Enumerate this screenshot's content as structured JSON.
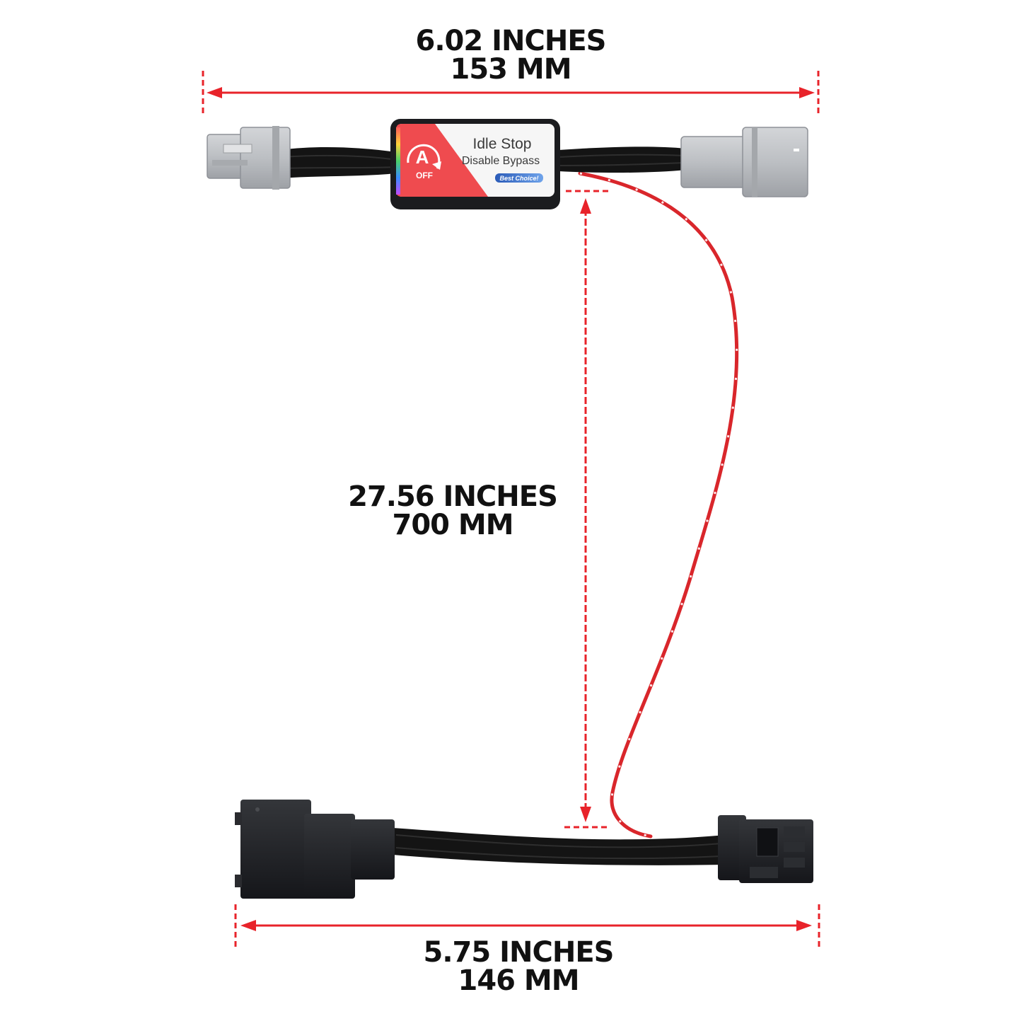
{
  "dimensions": {
    "top": {
      "inches": "6.02 INCHES",
      "mm": "153 MM"
    },
    "vertical": {
      "inches": "27.56 INCHES",
      "mm": "700 MM"
    },
    "bottom": {
      "inches": "5.75 INCHES",
      "mm": "146 MM"
    }
  },
  "module": {
    "title": "Idle Stop",
    "subtitle": "Disable Bypass",
    "icon_letter": "A",
    "icon_text": "OFF",
    "badge": "Best Choice!"
  },
  "colors": {
    "dimension_line": "#e8232a",
    "wire_red": "#d9262b",
    "label_panel": "#ef4b4f",
    "connector_grey": "#b9bcc0",
    "connector_black": "#1f2023",
    "sleeve": "#141414"
  }
}
